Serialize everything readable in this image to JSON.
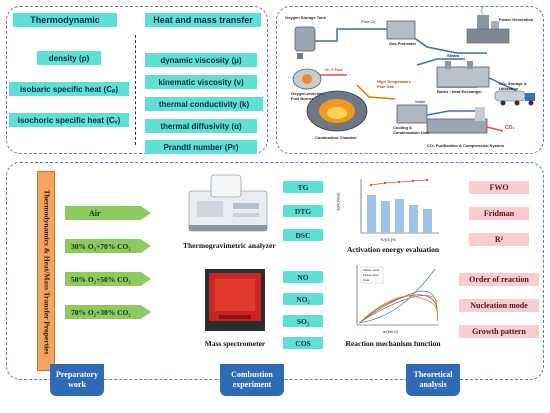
{
  "thermo": {
    "header_left": "Thermodynamic",
    "header_right": "Heat and mass transfer",
    "left_items": [
      "density (ρ)",
      "isobaric specific heat (Cₚ)",
      "isochoric specific heat (Cᵥ)"
    ],
    "right_items": [
      "dynamic viscosity (μ)",
      "kinematic viscosity (ν)",
      "thermal conductivity (k)",
      "thermal diffusivity (α)",
      "Prandtl number (Pr)"
    ]
  },
  "process": {
    "labels": [
      "Pure O₂",
      "Power Generation",
      "Oxygen Storage Tank",
      "Gas Preheater",
      "O₂ + Fuel",
      "Steam",
      "Oxygen-enriched Fuel Burner",
      "High Temperature Flue Gas",
      "Boiler / Heat Exchanger",
      "Water",
      "CO₂ Storage & Utilization",
      "Combustion Chamber",
      "Cooling & Condensation Unit",
      "CO₂",
      "CO₂ Purification & Compression System"
    ]
  },
  "bottom": {
    "vertical_title": "Thermodynamics & Heat/Mass Transfer Properties",
    "atmospheres": [
      "Air",
      "30% O₂+70% CO₂",
      "50% O₂+50% CO₂",
      "70% O₂+30% CO₂"
    ],
    "tga_outputs": [
      "TG",
      "DTG",
      "DSC"
    ],
    "ms_outputs": [
      "NO",
      "NO₂",
      "SO₂",
      "COS"
    ],
    "tga_label": "Thermogravimetric analyzer",
    "ms_label": "Mass spectrometer",
    "activation_label": "Activation energy evaluation",
    "mechanism_label": "Reaction mechanism function",
    "kinetics_top": [
      "FWO",
      "Fridman",
      "R²"
    ],
    "kinetics_bottom": [
      "Order of reaction",
      "Nucleation mode",
      "Growth pattern"
    ],
    "tabs": [
      "Preparatory work",
      "Combustion experiment",
      "Theoretical analysis"
    ]
  },
  "chart_small": {
    "ylabel": "E/(kJ/mol)",
    "xlabel": "E/(O₂)%"
  },
  "chart_mech": {
    "xlabel": "α/(t/t0.5)",
    "legend": [
      "Master plots",
      "Fitted curve",
      "Data"
    ]
  },
  "colors": {
    "cyan": "#5ee0d6",
    "green": "#8ecb5e",
    "pink": "#f7cdd2",
    "tab": "#2f6bb5",
    "orange": "#f4a460"
  }
}
